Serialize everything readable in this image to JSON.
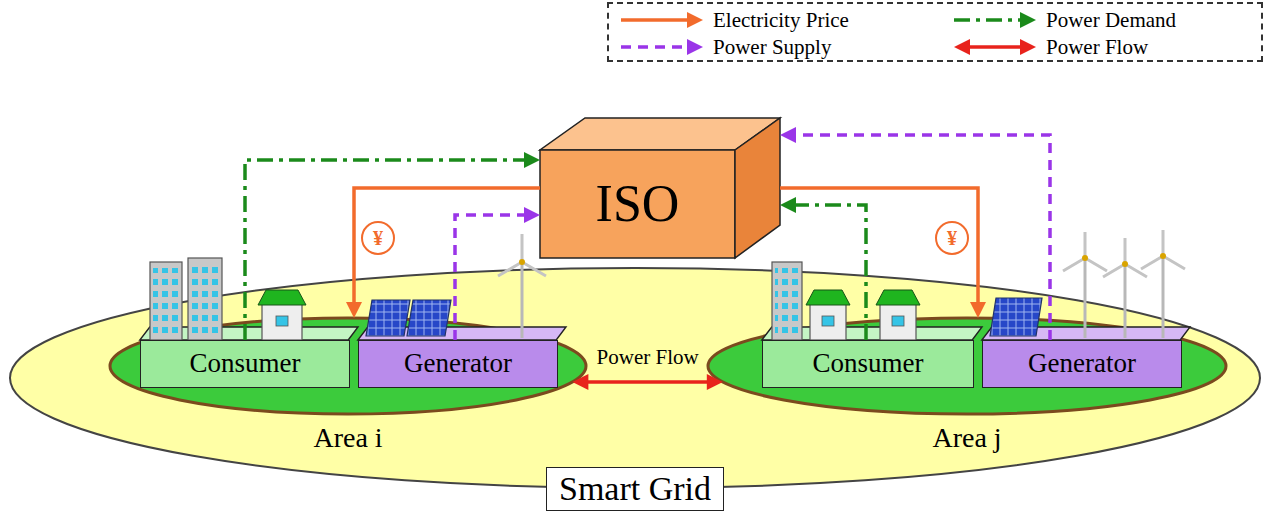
{
  "diagram": {
    "nodes": [
      {
        "text": [
          "ISO"
        ]
      },
      {
        "text": [
          "Smart Grid"
        ]
      },
      {
        "text": [
          "Area i"
        ],
        "in": 1
      },
      {
        "text": [
          "Consumer"
        ],
        "in": 2
      },
      {
        "text": [
          "Generator"
        ],
        "in": 2
      },
      {
        "text": [
          "Area j"
        ],
        "in": 1
      },
      {
        "text": [
          "Consumer"
        ],
        "in": 5
      },
      {
        "text": [
          "Generator"
        ],
        "in": 5
      }
    ],
    "edges": [
      {
        "from": 3,
        "to": 0,
        "arrow": "to"
      },
      {
        "from": 4,
        "to": 0,
        "arrow": "to"
      },
      {
        "from": 0,
        "to": 2,
        "label": "¥",
        "arrow": "to"
      },
      {
        "from": 0,
        "to": 5,
        "label": "¥",
        "arrow": "to"
      },
      {
        "from": 6,
        "to": 0,
        "arrow": "to"
      },
      {
        "from": 7,
        "to": 0,
        "arrow": "to"
      },
      {
        "from": 2,
        "to": 5,
        "label": "Power Flow",
        "arrow": "both"
      }
    ],
    "legend": [
      {
        "text": "Electricity Price"
      },
      {
        "text": "Power Demand"
      },
      {
        "text": "Power Supply"
      },
      {
        "text": "Power Flow"
      }
    ]
  }
}
